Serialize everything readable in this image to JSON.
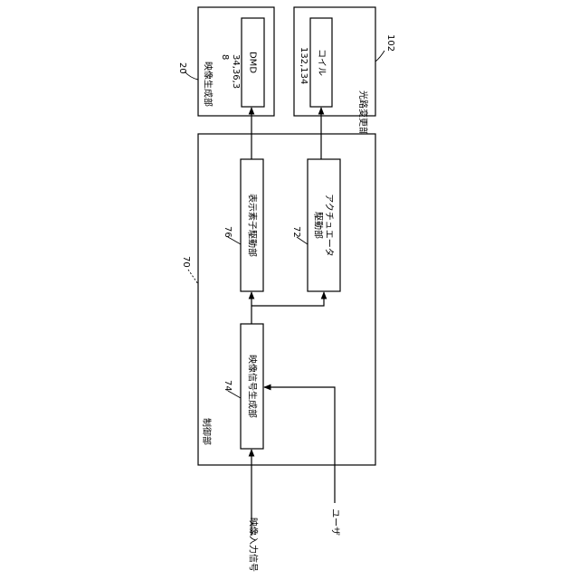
{
  "diagram": {
    "unit_20": {
      "ref": "20",
      "label": "映像生成部",
      "element_ref": "34,36,3\n8",
      "element_label": "DMD"
    },
    "unit_102": {
      "ref": "102",
      "label": "光路変更部",
      "element_ref": "132,134",
      "element_label": "コイル"
    },
    "control": {
      "ref": "70",
      "label": "制御部",
      "signal_gen": {
        "ref": "74",
        "label": "映像信号生成部"
      },
      "display_driver": {
        "ref": "76",
        "label": "表示素子駆動部"
      },
      "actuator_driver": {
        "ref": "72",
        "label": "アクチュエータ\n駆動部"
      }
    },
    "inputs": {
      "video_input": "映像入力信号",
      "user": "ユーザ"
    }
  }
}
